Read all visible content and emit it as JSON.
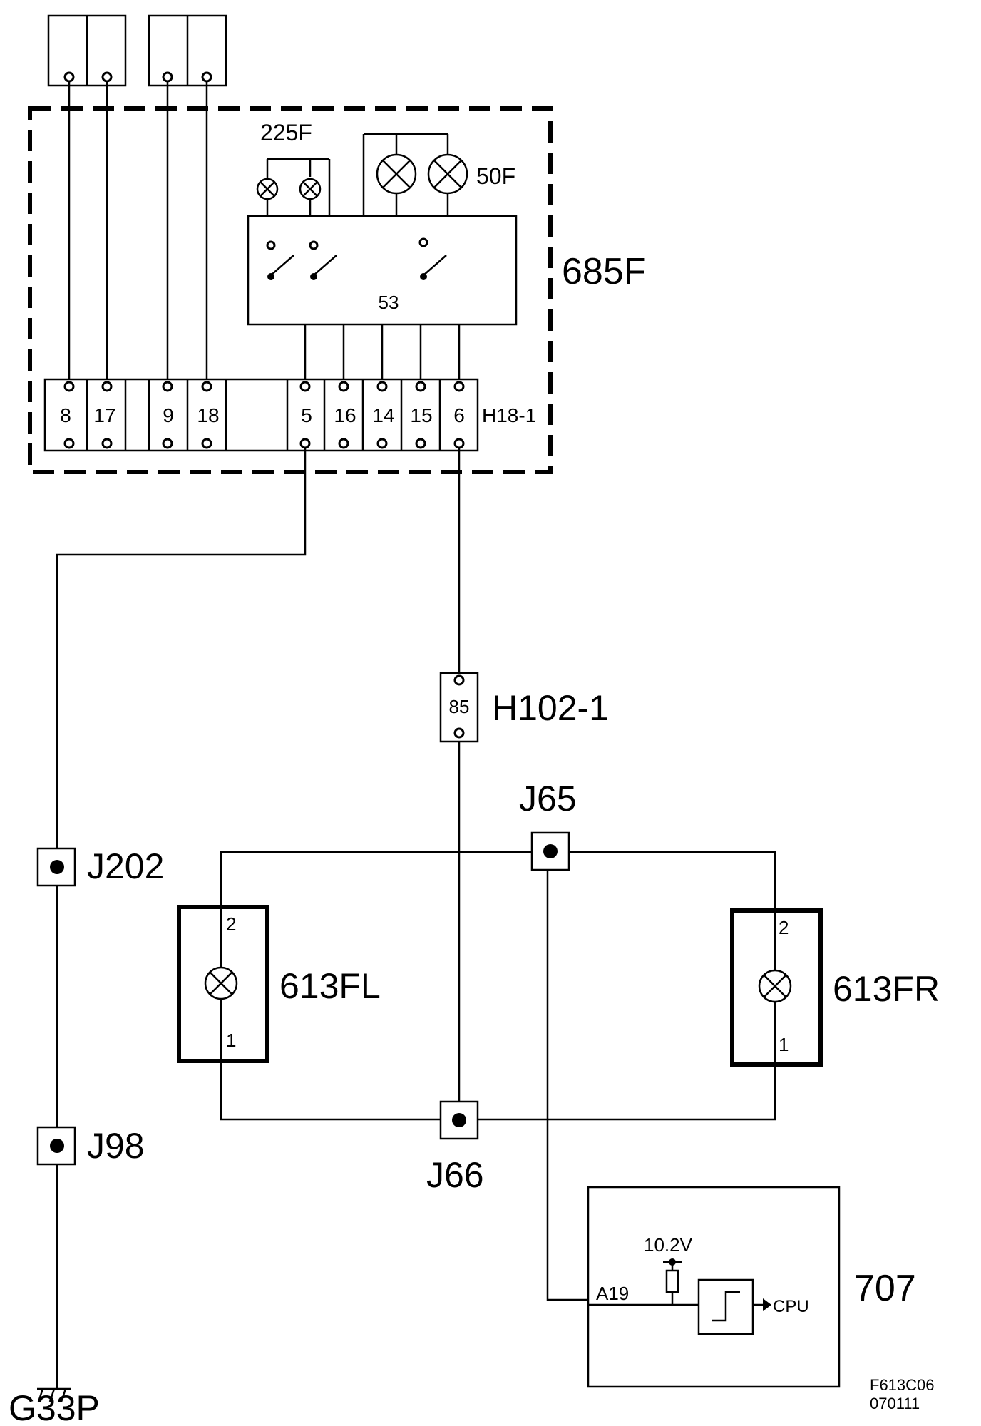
{
  "diagram": {
    "figure_id": "F613C06",
    "figure_date": "070111"
  },
  "components": {
    "control_panel": "685F",
    "switch_module": "53",
    "indicator_pair_small": "225F",
    "indicator_pair_large": "50F",
    "terminal_strip": "H18-1",
    "connector": "H102-1",
    "connector_pin": "85",
    "lamp_left": "613FL",
    "lamp_right": "613FR",
    "control_unit": "707",
    "ground": "G33P"
  },
  "terminal_pins": [
    "8",
    "17",
    "9",
    "18",
    "5",
    "16",
    "14",
    "15",
    "6"
  ],
  "junctions": {
    "j202": "J202",
    "j98": "J98",
    "j65": "J65",
    "j66": "J66"
  },
  "lamp_pins": {
    "left_top": "2",
    "left_bottom": "1",
    "right_top": "2",
    "right_bottom": "1"
  },
  "control_unit_detail": {
    "input_pin": "A19",
    "supply_voltage": "10.2V",
    "output": "CPU"
  }
}
